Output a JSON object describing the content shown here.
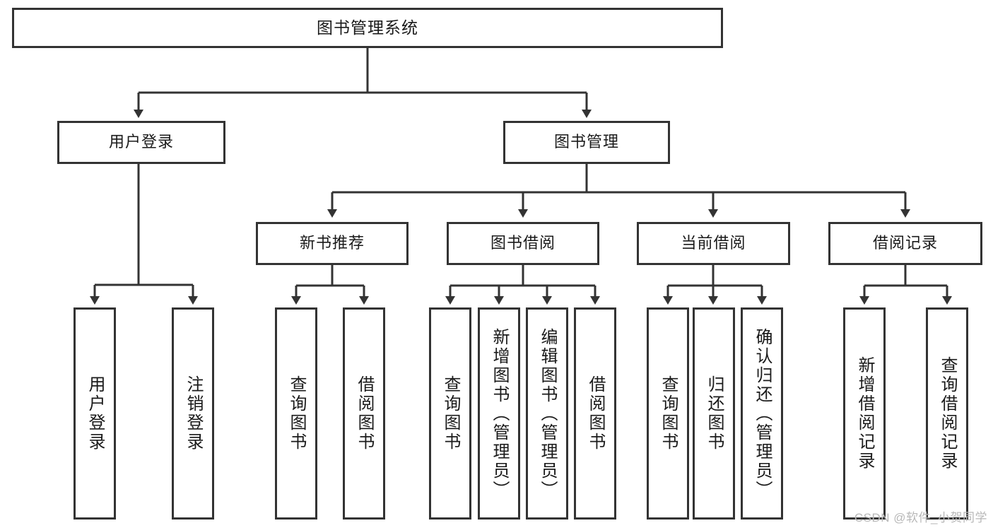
{
  "diagram": {
    "type": "hierarchy-tree",
    "title": "图书管理系统",
    "background_color": "#ffffff",
    "line_color": "#333333",
    "text_color": "#1a1a1a",
    "root": {
      "label": "图书管理系统"
    },
    "level2": [
      {
        "label": "用户登录"
      },
      {
        "label": "图书管理"
      }
    ],
    "level3": [
      {
        "label": "新书推荐"
      },
      {
        "label": "图书借阅"
      },
      {
        "label": "当前借阅"
      },
      {
        "label": "借阅记录"
      }
    ],
    "leaves": {
      "user_login": [
        {
          "label": "用户登录"
        },
        {
          "label": "注销登录"
        }
      ],
      "new_book_recommend": [
        {
          "label": "查询图书"
        },
        {
          "label": "借阅图书"
        }
      ],
      "book_borrow": [
        {
          "label": "查询图书"
        },
        {
          "label": "新增图书（管理员）"
        },
        {
          "label": "编辑图书（管理员）"
        },
        {
          "label": "借阅图书"
        }
      ],
      "current_borrow": [
        {
          "label": "查询图书"
        },
        {
          "label": "归还图书"
        },
        {
          "label": "确认归还（管理员）"
        }
      ],
      "borrow_record": [
        {
          "label": "新增借阅记录"
        },
        {
          "label": "查询借阅记录"
        }
      ]
    }
  },
  "watermark": {
    "text": "CSDN @软件_小贺同学"
  }
}
